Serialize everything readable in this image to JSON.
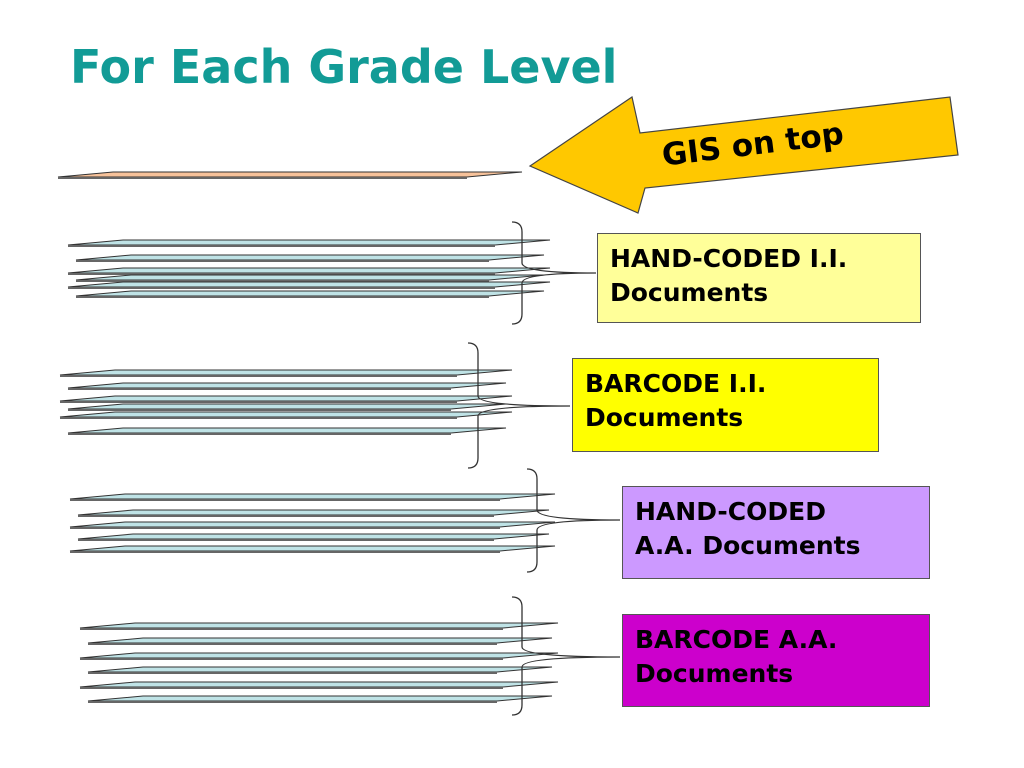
{
  "title": "For Each Grade Level",
  "arrow": {
    "label": "GIS on top",
    "color": "#ffc800"
  },
  "top_sheet": {
    "color": "#f7c29a"
  },
  "groups": [
    {
      "line1": "HAND-CODED I.I.",
      "line2": "Documents",
      "box_color": "#ffff99",
      "sheet_color": "#bfe3e6"
    },
    {
      "line1": "BARCODE I.I.",
      "line2": "Documents",
      "box_color": "#ffff00",
      "sheet_color": "#bfe3e6"
    },
    {
      "line1": "HAND-CODED",
      "line2": "A.A. Documents",
      "box_color": "#cc99ff",
      "sheet_color": "#bfe3e6"
    },
    {
      "line1": "BARCODE A.A.",
      "line2": "Documents",
      "box_color": "#cc00cc",
      "sheet_color": "#bfe3e6"
    }
  ]
}
